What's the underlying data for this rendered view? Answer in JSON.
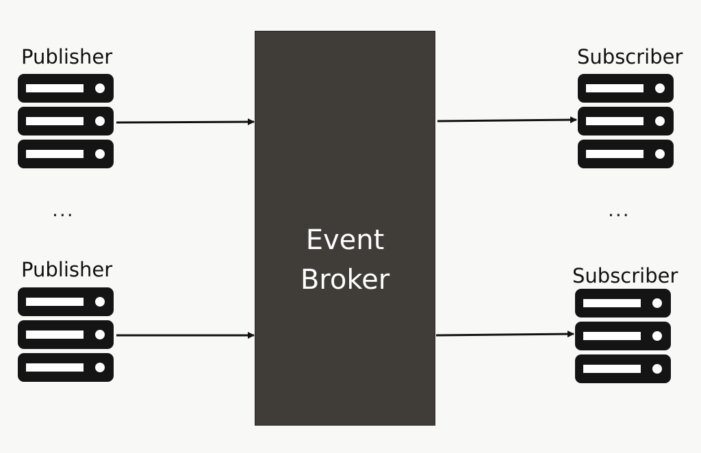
{
  "diagram": {
    "broker": {
      "line1": "Event",
      "line2": "Broker"
    },
    "publishers": [
      {
        "label": "Publisher",
        "icon": "server-icon"
      },
      {
        "label": "Publisher",
        "icon": "server-icon"
      }
    ],
    "subscribers": [
      {
        "label": "Subscriber",
        "icon": "server-icon"
      },
      {
        "label": "Subscriber",
        "icon": "server-icon"
      }
    ],
    "ellipsis": "...",
    "colors": {
      "background": "#f8f8f6",
      "broker": "#403c38",
      "server": "#141414",
      "arrow": "#111111"
    }
  }
}
